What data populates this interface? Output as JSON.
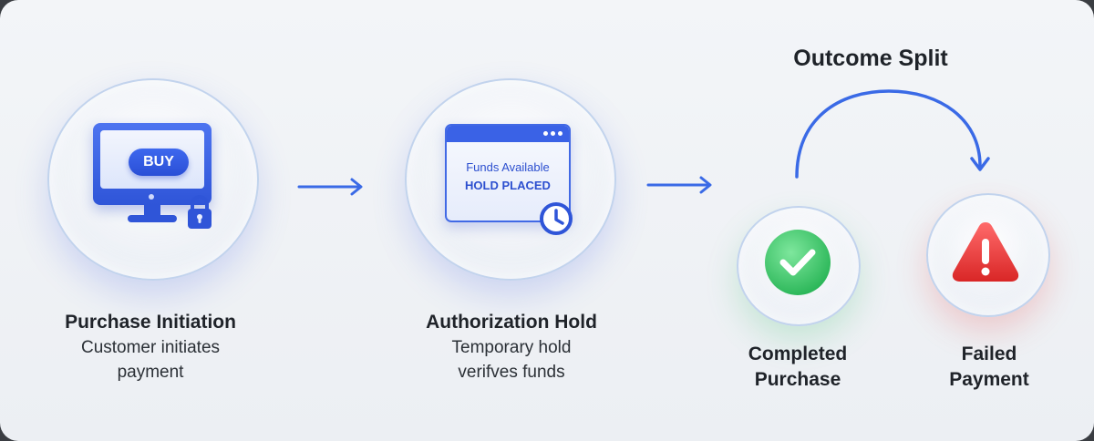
{
  "steps": [
    {
      "title": "Purchase Initiation",
      "sub_line1": "Customer initiates",
      "sub_line2": "payment",
      "button": "BUY"
    },
    {
      "title": "Authorization Hold",
      "sub_line1": "Temporary hold",
      "sub_line2": "verifves funds",
      "window_line1": "Funds Available",
      "window_line2": "HOLD PLACED"
    }
  ],
  "outcome": {
    "heading": "Outcome Split",
    "success": {
      "line1": "Completed",
      "line2": "Purchase"
    },
    "failure": {
      "line1": "Failed",
      "line2": "Payment"
    }
  },
  "colors": {
    "accent": "#3a62e6",
    "success": "#2fbf60",
    "failure": "#e23b3b"
  },
  "icons": [
    "monitor-icon",
    "lock-icon",
    "browser-window-icon",
    "clock-icon",
    "checkmark-icon",
    "warning-icon",
    "arrow-right-icon",
    "curved-arrow-icon"
  ]
}
